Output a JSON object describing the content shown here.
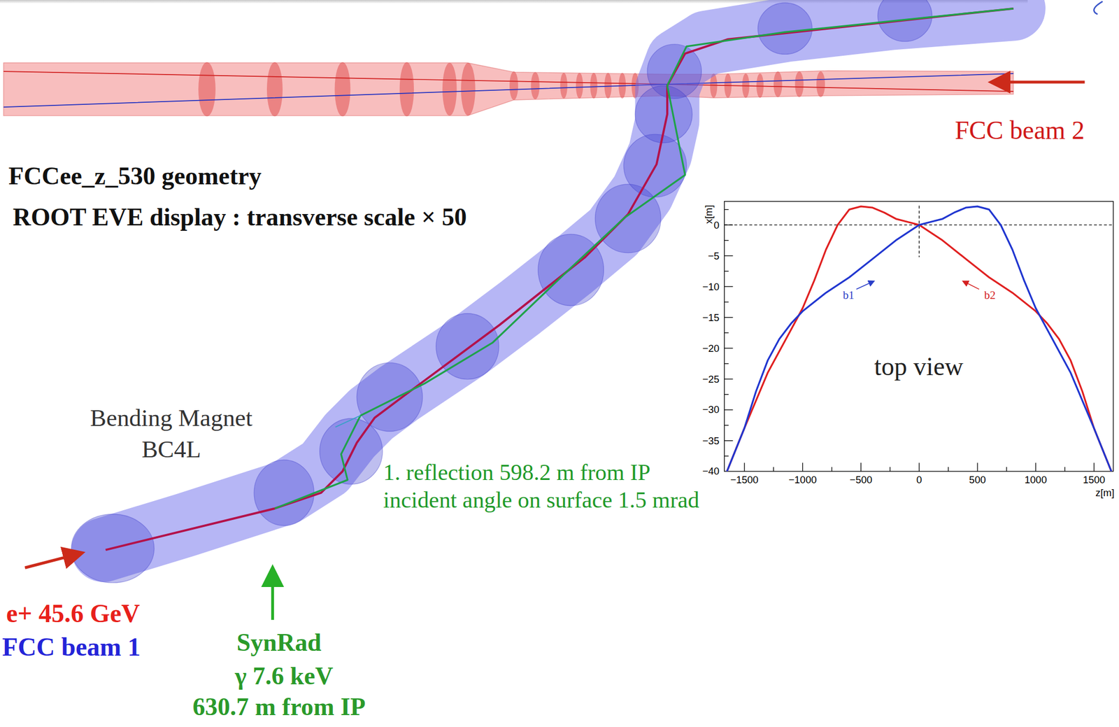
{
  "diagram": {
    "labels": [
      "FCC beam 2",
      "FCCee_z_530 geometry",
      "ROOT EVE display : transverse scale × 50",
      "Bending Magnet BC4L",
      "1. reflection 598.2 m from IP incident angle on surface 1.5 mrad",
      "e+ 45.6 GeV",
      "FCC beam 1",
      "SynRad",
      "γ 7.6 keV",
      "630.7 m from IP",
      "top view",
      "b1",
      "b2",
      "x[m]",
      "z[m]",
      "0",
      "−5",
      "−10",
      "−15",
      "−20",
      "−25",
      "−30",
      "−35",
      "−40",
      "−1500",
      "−1000",
      "−500",
      "0",
      "500",
      "1000",
      "1500"
    ]
  }
}
